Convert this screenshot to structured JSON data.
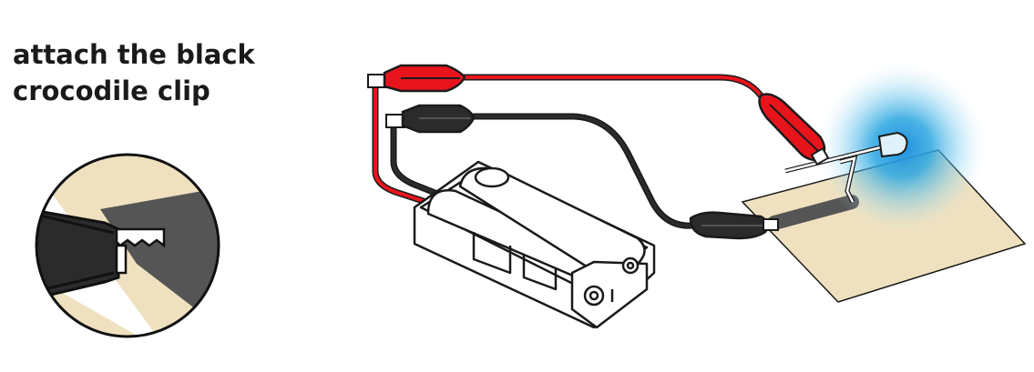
{
  "instruction": {
    "line1": "attach the black",
    "line2": "crocodile clip"
  },
  "colors": {
    "red_wire": "#e8141c",
    "black_wire": "#2b2b2b",
    "paper": "#efe1bf",
    "graphite": "#5a5a5a",
    "led_glow": "#2aa6e0",
    "battery_holder": "#ffffff",
    "outline": "#1a1a1a"
  },
  "icons": {
    "zoom_inset": "clip-on-paper-closeup",
    "battery": "battery-holder-2xAA",
    "led": "blue-led"
  }
}
